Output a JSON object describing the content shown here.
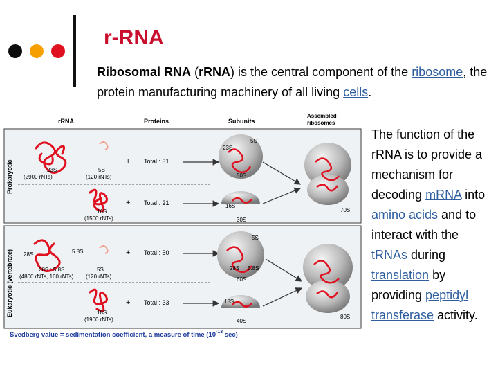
{
  "colors": {
    "dot1": "#0d0d0d",
    "dot2": "#f5a000",
    "dot3": "#e01020",
    "title": "#c8102e",
    "link": "#2e5e9e",
    "rna": "#e01020"
  },
  "slide": {
    "title": "r-RNA",
    "intro": {
      "bold_1": "Ribosomal RNA",
      "t1": " (",
      "bold_2": "rRNA",
      "t2": ") is the central component of the ",
      "link_ribosome": "ribosome",
      "t3": ", the protein manufacturing machinery of all living ",
      "link_cells": "cells",
      "t4": "."
    },
    "side": {
      "t1": "The function of the rRNA is to provide a mechanism for decoding ",
      "link_mrna": "mRNA",
      "t2": " into ",
      "link_amino": "amino acids",
      "t3": " and to interact with the ",
      "link_trna": "tRNAs",
      "t4": " during ",
      "link_translation": "translation",
      "t5": " by providing ",
      "link_peptidyl": "peptidyl transferase",
      "t6": " activity."
    }
  },
  "figure": {
    "header_rrna": "rRNA",
    "header_proteins": "Proteins",
    "header_subunits": "Subunits",
    "header_assembled_1": "Assembled",
    "header_assembled_2": "ribosomes",
    "label_prok": "Prokaryotic",
    "label_euk": "Eukaryotic (vertebrate)",
    "plus": "+",
    "pro_large": {
      "rna_a": "23S",
      "rna_a_nt": "(2900 rNTs)",
      "rna_b": "5S",
      "rna_b_nt": "(120 rNTs)",
      "total": "Total : 31",
      "sub_in_a": "23S",
      "sub_in_b": "5S",
      "sub_name": "50S"
    },
    "pro_small": {
      "rna": "16S",
      "rna_nt": "(1500 rNTs)",
      "total": "Total : 21",
      "sub_in": "16S",
      "sub_name": "30S",
      "ribosome": "70S"
    },
    "euk_large": {
      "rna_a": "28S",
      "rna_b": "5.8S",
      "rna_c": "5S",
      "rna_abc": "28S : 5.8S",
      "rna_abc_nt": "(4800 rNTs, 160 rNTs)",
      "rna_c_nt": "(120 rNTs)",
      "total": "Total : 50",
      "sub_in_a": "28S",
      "sub_in_b": "5.8S",
      "sub_in_c": "5S",
      "sub_name": "60S"
    },
    "euk_small": {
      "rna": "18S",
      "rna_nt": "(1900 rNTs)",
      "total": "Total : 33",
      "sub_in": "18S",
      "sub_name": "40S",
      "ribosome": "80S"
    },
    "caption": "Svedberg value = sedimentation coefficient, a measure of time (10",
    "caption_exp": "-13",
    "caption_end": " sec)"
  }
}
